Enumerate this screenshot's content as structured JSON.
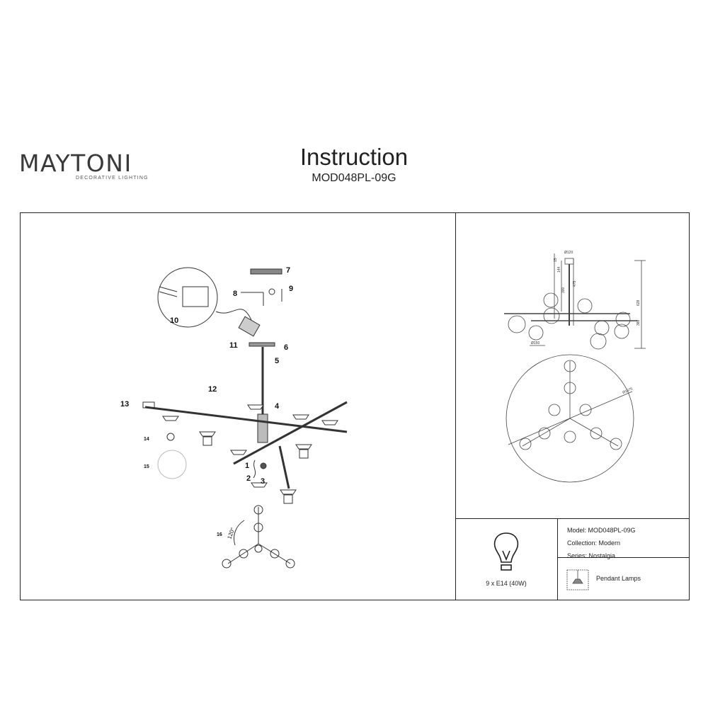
{
  "brand": {
    "name": "MAYTONI",
    "tagline": "DECORATIVE LIGHTING",
    "accent": "#d81b60"
  },
  "header": {
    "title": "Instruction",
    "model": "MOD048PL-09G"
  },
  "assembly": {
    "callouts": [
      "1",
      "2",
      "3",
      "4",
      "5",
      "6",
      "7",
      "8",
      "9",
      "10",
      "11",
      "12",
      "13",
      "14",
      "15",
      "16"
    ],
    "angle": "120°"
  },
  "dimensions": {
    "canopy": "Ø120",
    "d1": "15",
    "d2": "144",
    "d3": "300",
    "d4": "475",
    "d5": "628",
    "d6": "388",
    "globe": "Ø150",
    "span": "Ø1375"
  },
  "specs": {
    "bulb": "9 x E14 (40W)",
    "model": "Model: MOD048PL-09G",
    "collection": "Collection: Modern",
    "series": "Series: Nostalgia",
    "category": "Pendant Lamps"
  }
}
